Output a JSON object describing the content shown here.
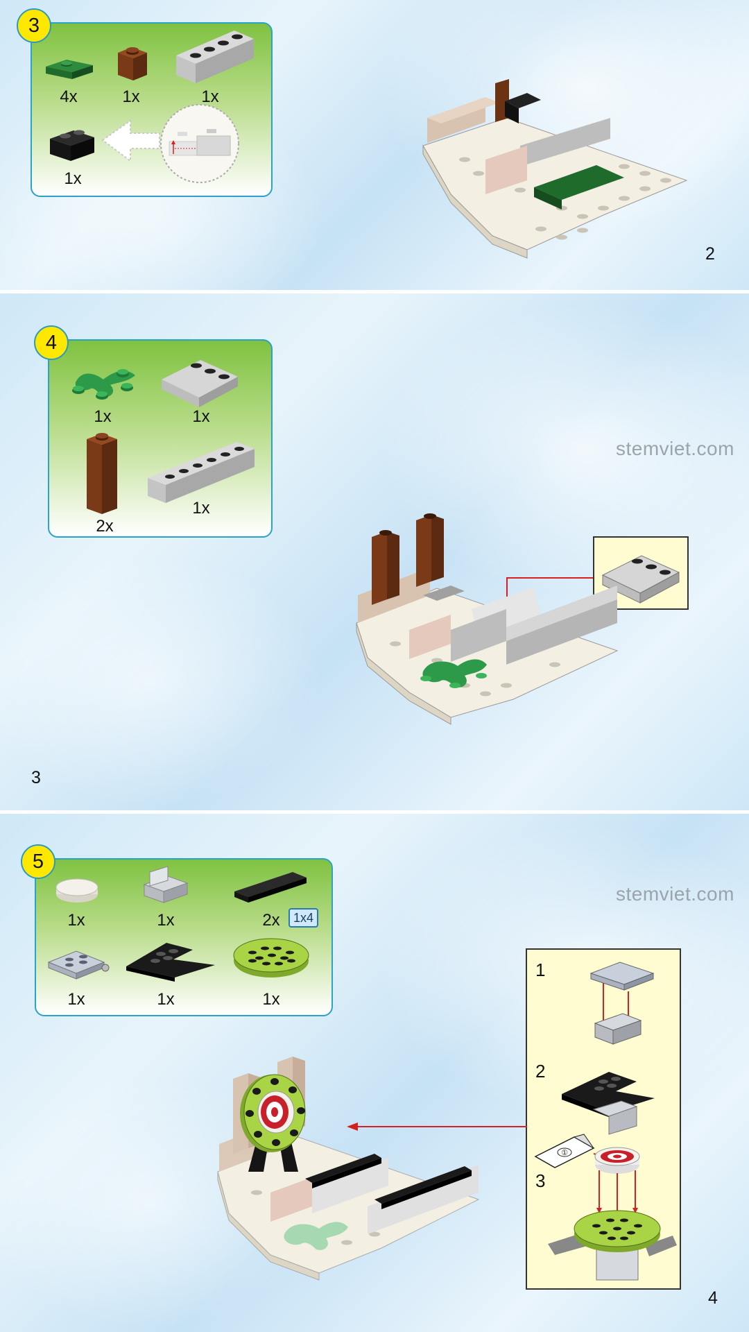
{
  "panels": [
    {
      "step": "3",
      "page_number": "2",
      "parts": [
        {
          "qty": "4x",
          "color": "#1f6b2c",
          "part": "green-plate-1x2-icon"
        },
        {
          "qty": "1x",
          "color": "#7b3a17",
          "part": "brown-brick-1x1-icon"
        },
        {
          "qty": "1x",
          "color": "#c4c4c4",
          "part": "grey-brick-1x4-icon"
        },
        {
          "qty": "1x",
          "color": "#151515",
          "part": "black-brick-1x2-icon"
        }
      ]
    },
    {
      "step": "4",
      "page_number": "3",
      "watermark": "stemviet.com",
      "parts": [
        {
          "qty": "1x",
          "color": "#2c9a48",
          "part": "green-plant-icon"
        },
        {
          "qty": "1x",
          "color": "#c4c4c4",
          "part": "grey-slope-icon"
        },
        {
          "qty": "2x",
          "color": "#7b3a17",
          "part": "brown-column-icon"
        },
        {
          "qty": "1x",
          "color": "#c4c4c4",
          "part": "grey-brick-1x6-icon"
        }
      ]
    },
    {
      "step": "5",
      "page_number": "4",
      "watermark": "stemviet.com",
      "size_tag": "1x4",
      "sub_steps": [
        "1",
        "2",
        "3"
      ],
      "sticker_label": "①",
      "parts": [
        {
          "qty": "1x",
          "color": "#f4f1ea",
          "part": "white-round-tile-icon"
        },
        {
          "qty": "1x",
          "color": "#c8ccd2",
          "part": "grey-bracket-icon"
        },
        {
          "qty": "2x",
          "color": "#151515",
          "part": "black-tile-1x4-icon"
        },
        {
          "qty": "1x",
          "color": "#b8c4d4",
          "part": "grey-hinge-plate-icon"
        },
        {
          "qty": "1x",
          "color": "#151515",
          "part": "black-wing-plate-icon"
        },
        {
          "qty": "1x",
          "color": "#a8d445",
          "part": "lime-round-plate-icon"
        }
      ]
    }
  ],
  "colors": {
    "panel_border": "#29a3c9",
    "step_badge": "#ffe800",
    "arrow": "#d42020",
    "callout_bg": "#fffcd2"
  }
}
